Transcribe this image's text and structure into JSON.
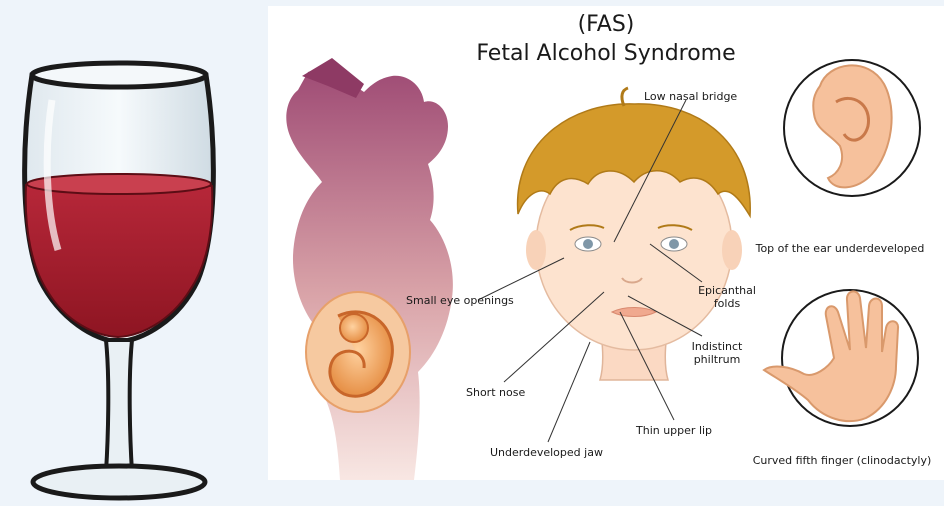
{
  "infographic": {
    "title_abbrev": "(FAS)",
    "title": "Fetal Alcohol Syndrome"
  },
  "labels": {
    "low_nasal_bridge": "Low nasal bridge",
    "small_eye_openings": "Small eye openings",
    "epicanthal_folds": "Epicanthal\nfolds",
    "indistinct_philtrum": "Indistinct\nphiltrum",
    "short_nose": "Short nose",
    "thin_upper_lip": "Thin upper lip",
    "underdeveloped_jaw": "Underdeveloped jaw",
    "ear_caption": "Top of the ear underdeveloped",
    "finger_caption": "Curved fifth finger (clinodactyly)"
  },
  "colors": {
    "page_background": "#eef4fa",
    "wine": "#b01f2e",
    "silhouette_top": "#9e4a74",
    "silhouette_bottom": "#f3d9d6",
    "hair": "#d49a2a",
    "skin": "#fde3cf",
    "embryo": "#f2a35e"
  }
}
